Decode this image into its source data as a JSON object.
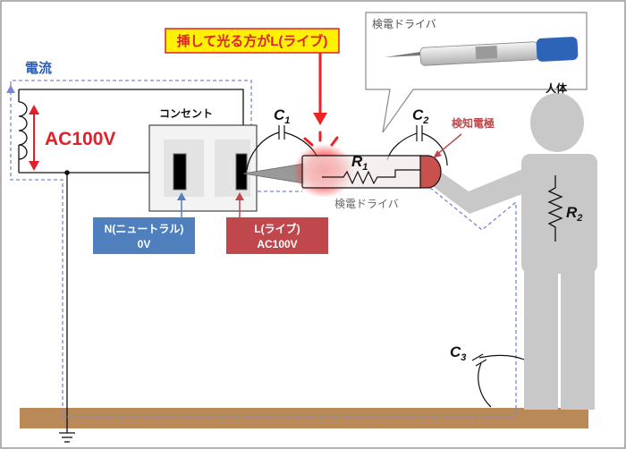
{
  "labels": {
    "current": "電流",
    "source_voltage": "AC100V",
    "outlet": "コンセント",
    "neutral_line1": "N(ニュートラル)",
    "neutral_line2": "0V",
    "live_line1": "L(ライブ)",
    "live_line2": "AC100V",
    "headline": "挿して光る方がL(ライブ)",
    "tester_callout": "検電ドライバ",
    "tester_bottom": "検電ドライバ",
    "human": "人体",
    "detect_electrode": "検知電極",
    "c1_main": "C",
    "c1_sub": "1",
    "c2_main": "C",
    "c2_sub": "2",
    "c3_main": "C",
    "c3_sub": "3",
    "r1_main": "R",
    "r1_sub": "1",
    "r2_main": "R",
    "r2_sub": "2"
  },
  "colors": {
    "current_path": "#7b86d6",
    "accent_red": "#e0202a",
    "neutral_box": "#4f7fbd",
    "live_box": "#c0474c",
    "headline_bg": "#fff200",
    "body_gray": "#c8c8c8",
    "ground": "#b98a58",
    "tester_body": "#f2e8e8",
    "tester_tip": "#c8514e"
  }
}
